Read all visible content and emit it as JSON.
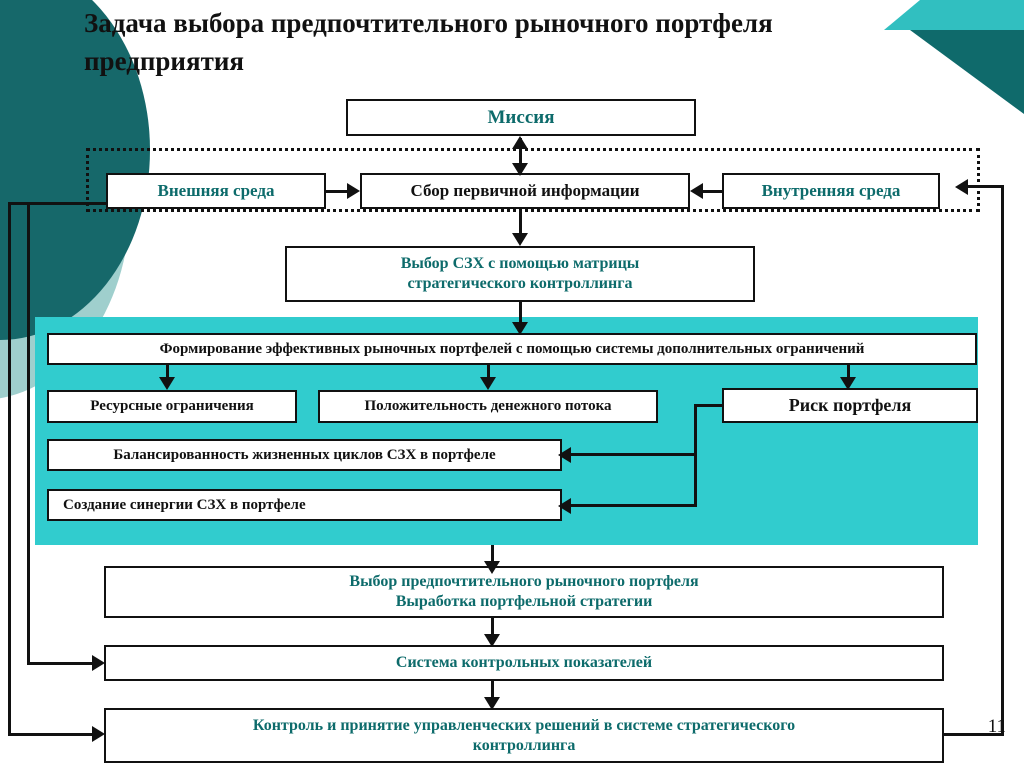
{
  "slide": {
    "title": "Задача выбора предпочтительного рыночного портфеля предприятия",
    "number": "11",
    "accent_teal": "#31ccce",
    "accent_dark_teal": "#16686a",
    "text_teal": "#0d6b6b"
  },
  "nodes": {
    "mission": "Миссия",
    "external_env": "Внешняя среда",
    "primary_info": "Сбор первичной информации",
    "internal_env": "Внутренняя среда",
    "szh_matrix_line1": "Выбор СЗХ с помощью матрицы",
    "szh_matrix_line2": "стратегического контроллинга",
    "portfolio_forming": "Формирование эффективных рыночных портфелей с помощью системы дополнительных ограничений",
    "resource_limits": "Ресурсные ограничения",
    "cash_flow": "Положительность денежного потока",
    "portfolio_risk": "Риск портфеля",
    "lifecycle_balance": "Балансированность жизненных циклов СЗХ в портфеле",
    "synergy": "Создание синергии СЗХ в портфеле",
    "preferred_choice_line1": "Выбор предпочтительного рыночного портфеля",
    "preferred_choice_line2": "Выработка портфельной стратегии",
    "control_metrics": "Система контрольных показателей",
    "decisions_line1": "Контроль и принятие управленческих решений в системе стратегического",
    "decisions_line2": "контроллинга"
  }
}
